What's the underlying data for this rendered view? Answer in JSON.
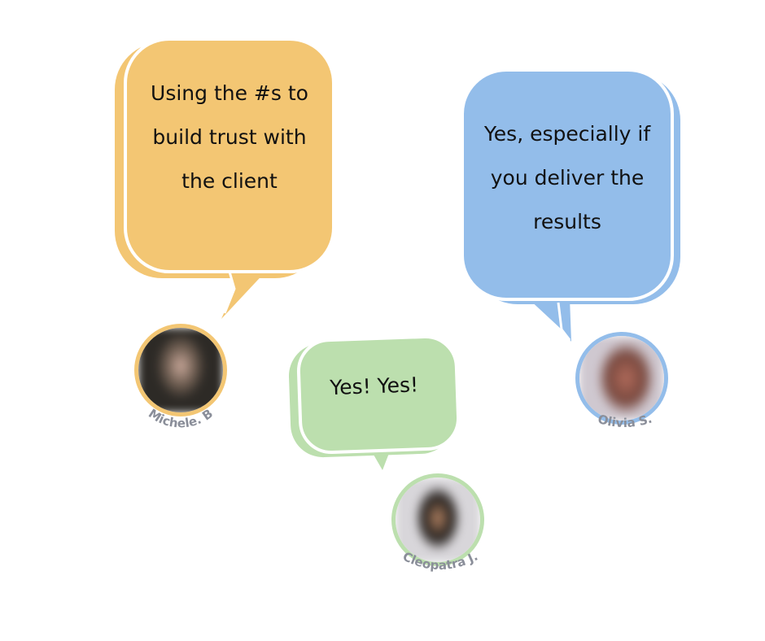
{
  "colors": {
    "yellow": "#F3C673",
    "blue": "#93BDEA",
    "green": "#BCDFAE",
    "name_text": "#8a8e99"
  },
  "bubbles": [
    {
      "author": "Michele. B",
      "text": "Using the #s to build trust with the client"
    },
    {
      "author": "Olivia S.",
      "text": "Yes, especially if you deliver the results"
    },
    {
      "author": "Cleopatra J.",
      "text": "Yes! Yes!"
    }
  ]
}
